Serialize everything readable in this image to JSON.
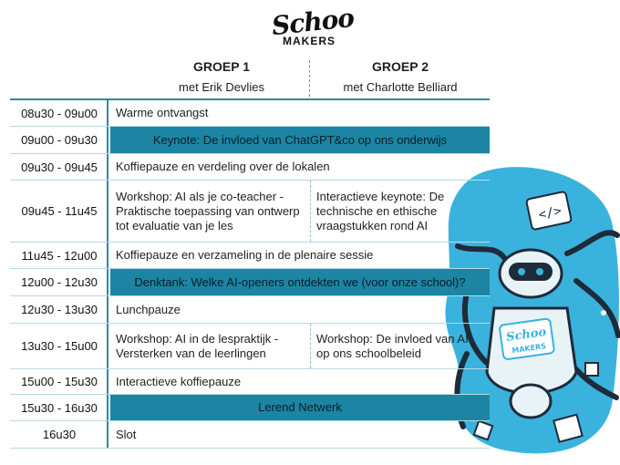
{
  "logo": {
    "script": "Schoo",
    "block": "MAKERS"
  },
  "groups": [
    {
      "title": "GROEP 1",
      "sub": "met Erik Devlies"
    },
    {
      "title": "GROEP 2",
      "sub": "met Charlotte Belliard"
    }
  ],
  "colors": {
    "accent": "#1b85a3",
    "line": "#2b89a7",
    "illustration": "#39b3dd"
  },
  "schedule": [
    {
      "time": "08u30 - 09u00",
      "full": "Warme ontvangst"
    },
    {
      "time": "09u00 - 09u30",
      "full": "Keynote: De invloed van ChatGPT&co op ons onderwijs",
      "teal": true,
      "center": true
    },
    {
      "time": "09u30 - 09u45",
      "full": "Koffiepauze en verdeling over de lokalen"
    },
    {
      "time": "09u45 - 11u45",
      "left": "Workshop: AI als je co-teacher - Praktische toepassing van ontwerp tot evaluatie van je les",
      "right": "Interactieve keynote: De technische en ethische vraagstukken rond AI"
    },
    {
      "time": "11u45 - 12u00",
      "full": "Koffiepauze en verzameling in de plenaire sessie"
    },
    {
      "time": "12u00 - 12u30",
      "full": "Denktank: Welke AI-openers ontdekten we (voor onze school)?",
      "teal": true,
      "center": true
    },
    {
      "time": "12u30 - 13u30",
      "full": "Lunchpauze"
    },
    {
      "time": "13u30 - 15u00",
      "left": "Workshop: AI in de lespraktijk - Versterken van de leerlingen",
      "right": "Workshop: De invloed van AI op ons schoolbeleid"
    },
    {
      "time": "15u00 - 15u30",
      "full": "Interactieve koffiepauze"
    },
    {
      "time": "15u30 - 16u30",
      "full": "Lerend Netwerk",
      "teal": true,
      "center": true
    },
    {
      "time": "16u30",
      "full": "Slot"
    }
  ],
  "illustration": {
    "badge_script": "Schoo",
    "badge_block": "MAKERS",
    "screen_text": "</>"
  }
}
